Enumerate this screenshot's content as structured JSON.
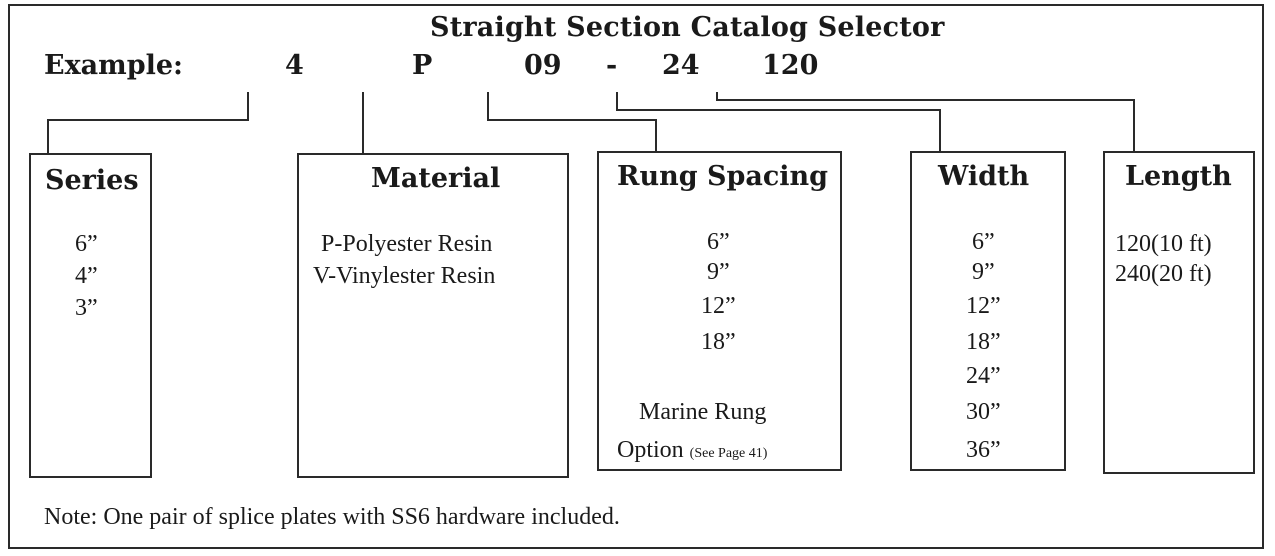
{
  "title": "Straight Section Catalog Selector",
  "example": {
    "label": "Example:",
    "series": "4",
    "material": "P",
    "rung_spacing": "09",
    "dash": "-",
    "width": "24",
    "length": "120"
  },
  "boxes": {
    "series": {
      "title": "Series",
      "values": [
        "6”",
        "4”",
        "3”"
      ]
    },
    "material": {
      "title": "Material",
      "values": [
        "P-Polyester Resin",
        "V-Vinylester Resin"
      ]
    },
    "rung_spacing": {
      "title": "Rung Spacing",
      "values": [
        "6”",
        "9”",
        "12”",
        "18”"
      ],
      "option_line1": "Marine Rung",
      "option_line2": "Option",
      "option_note": "(See Page 41)"
    },
    "width": {
      "title": "Width",
      "values": [
        "6”",
        "9”",
        "12”",
        "18”",
        "24”",
        "30”",
        "36”"
      ]
    },
    "length": {
      "title": "Length",
      "values": [
        "120(10 ft)",
        "240(20 ft)"
      ]
    }
  },
  "note": "Note:  One pair of splice plates with SS6 hardware included."
}
